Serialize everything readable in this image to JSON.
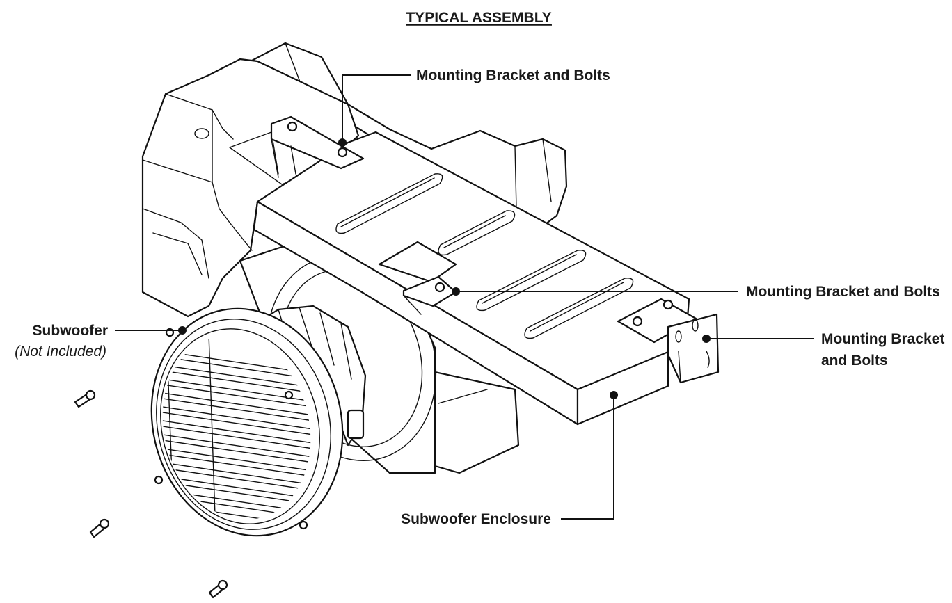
{
  "title": "TYPICAL ASSEMBLY",
  "callouts": {
    "bracket_top": "Mounting Bracket and Bolts",
    "bracket_middle": "Mounting Bracket and Bolts",
    "bracket_right_line1": "Mounting Bracket",
    "bracket_right_line2": "and Bolts",
    "subwoofer": "Subwoofer",
    "subwoofer_note": "(Not Included)",
    "enclosure": "Subwoofer Enclosure"
  }
}
